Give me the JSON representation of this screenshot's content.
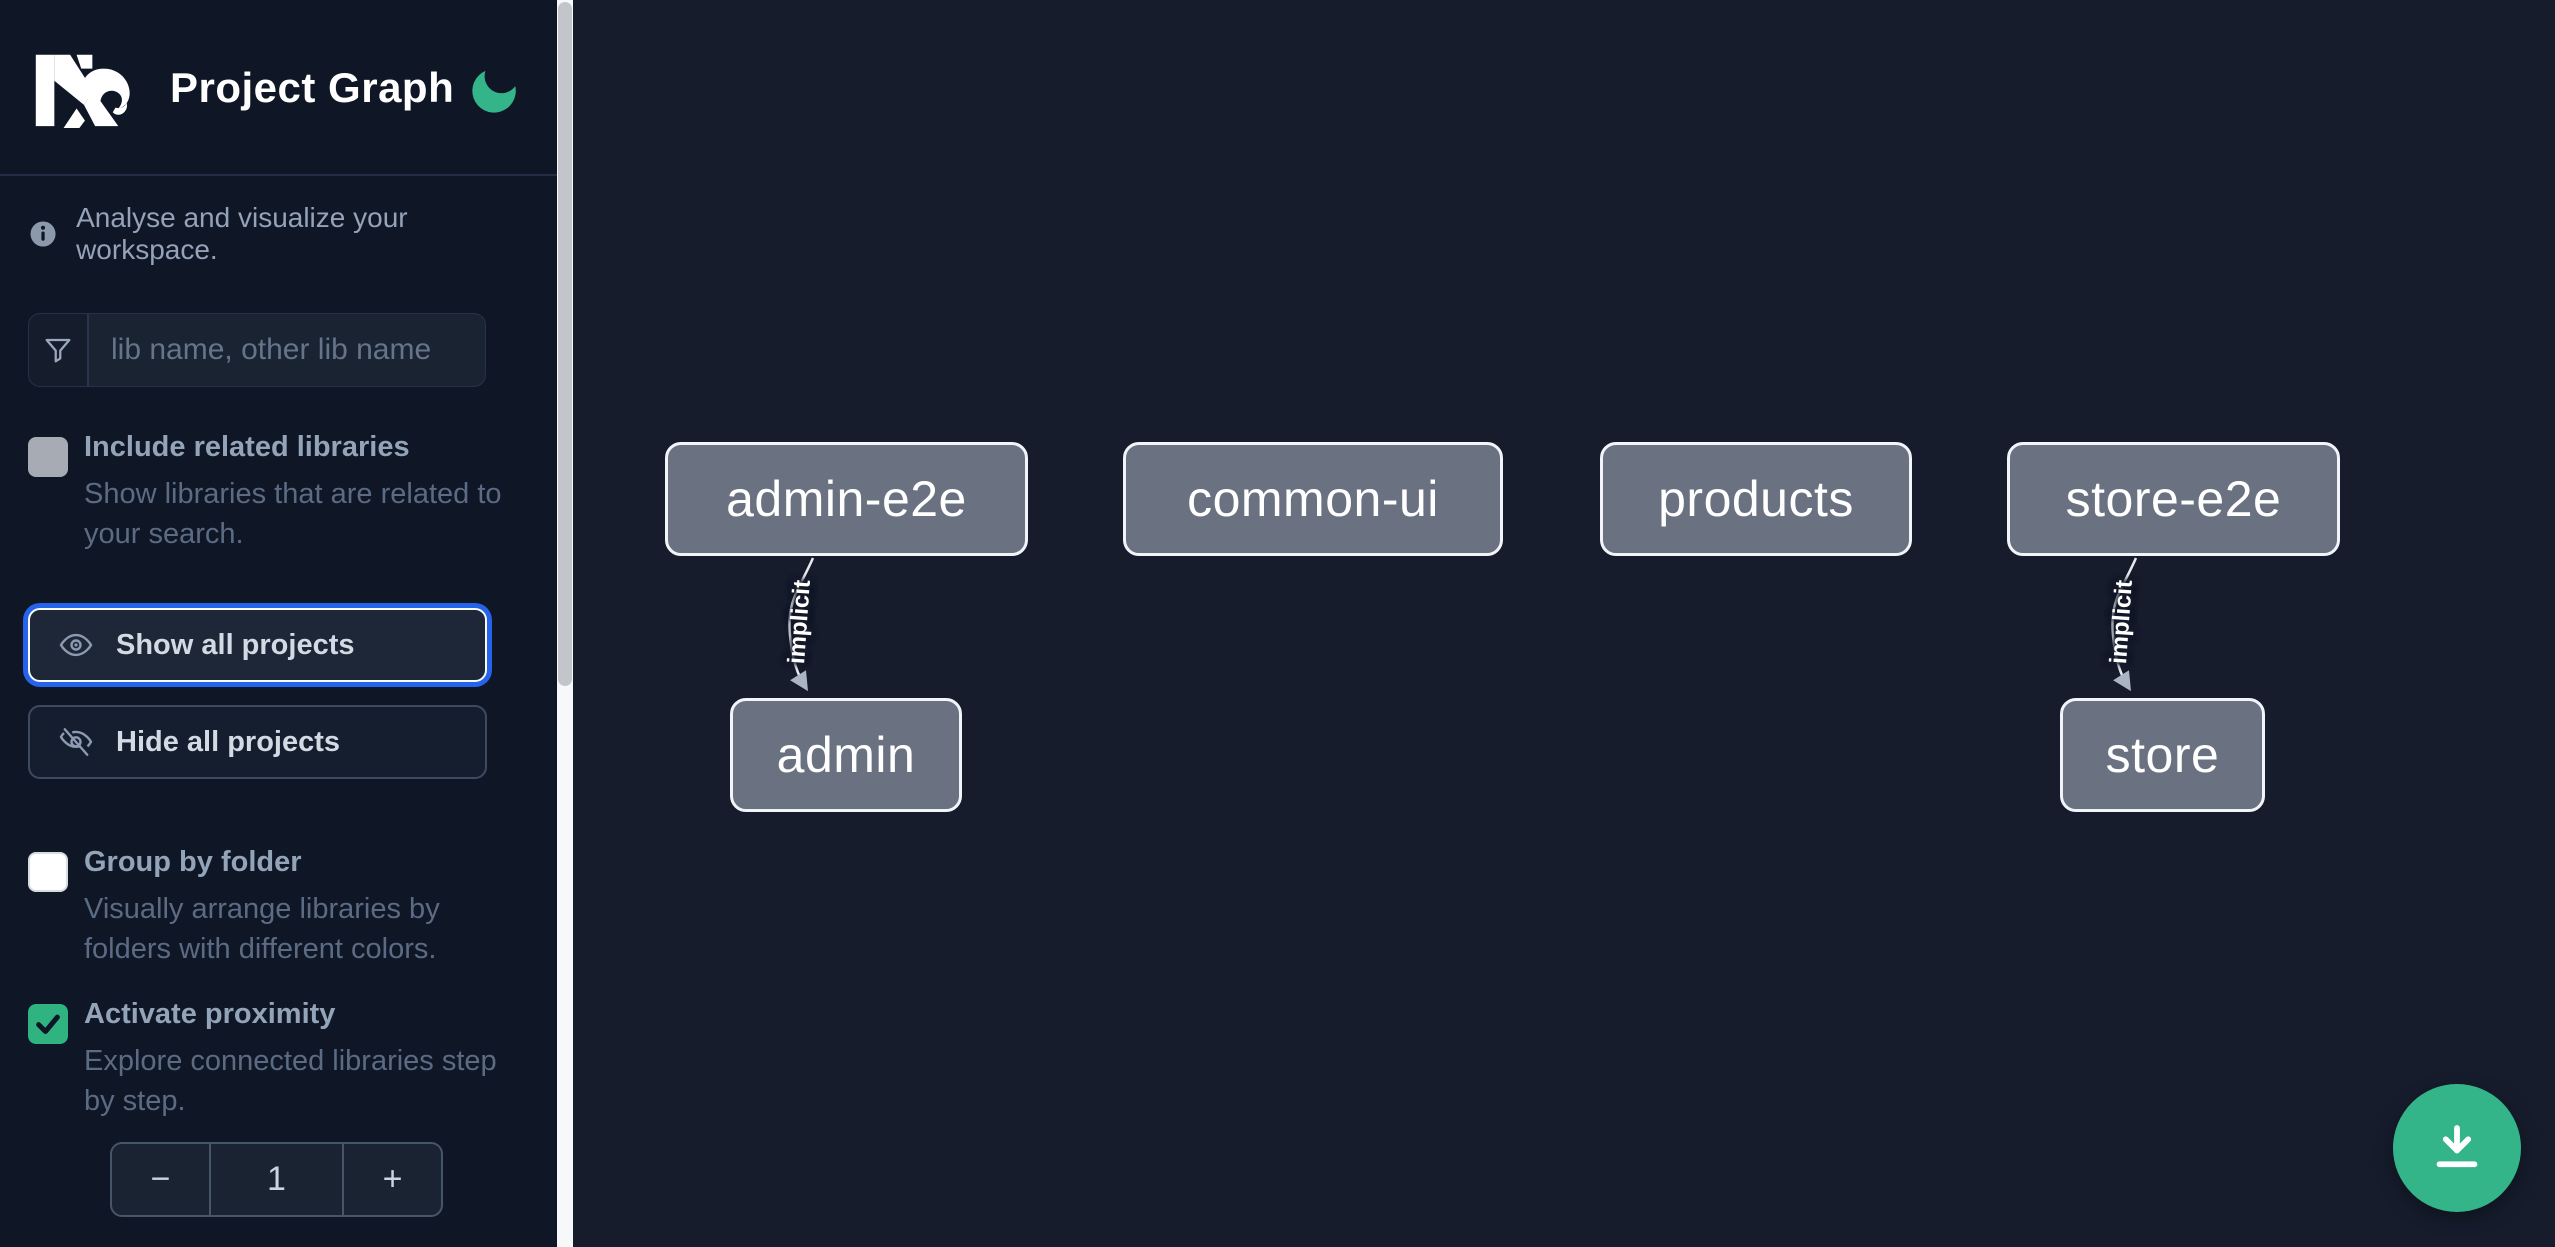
{
  "header": {
    "title": "Project Graph",
    "logo": "nx-logo",
    "theme_toggle": "moon-icon"
  },
  "sidebar": {
    "info_text": "Analyse and visualize your workspace.",
    "search": {
      "placeholder": "lib name, other lib name",
      "value": ""
    },
    "options": [
      {
        "label": "Include related libraries",
        "description": "Show libraries that are related to your search.",
        "checked": false,
        "disabled": true
      },
      {
        "label": "Group by folder",
        "description": "Visually arrange libraries by folders with different colors.",
        "checked": false
      },
      {
        "label": "Activate proximity",
        "description": "Explore connected libraries step by step.",
        "checked": true
      }
    ],
    "buttons": {
      "show_all": "Show all projects",
      "hide_all": "Hide all projects"
    },
    "proximity_stepper": {
      "decrement": "−",
      "value": "1",
      "increment": "+"
    }
  },
  "graph": {
    "nodes": [
      {
        "label": "admin-e2e"
      },
      {
        "label": "common-ui"
      },
      {
        "label": "products"
      },
      {
        "label": "store-e2e"
      },
      {
        "label": "admin"
      },
      {
        "label": "store"
      }
    ],
    "edges": [
      {
        "from": "admin-e2e",
        "to": "admin",
        "label": "implicit"
      },
      {
        "from": "store-e2e",
        "to": "store",
        "label": "implicit"
      }
    ]
  },
  "fab": {
    "icon": "download-icon"
  },
  "colors": {
    "accent_green": "#34b489",
    "checkbox_green": "#2fb381",
    "focus_blue": "#2563eb",
    "node_fill": "#6a7281",
    "node_border": "#f1f5f9",
    "sidebar_bg": "#0f1626",
    "canvas_bg": "#161c2c"
  }
}
